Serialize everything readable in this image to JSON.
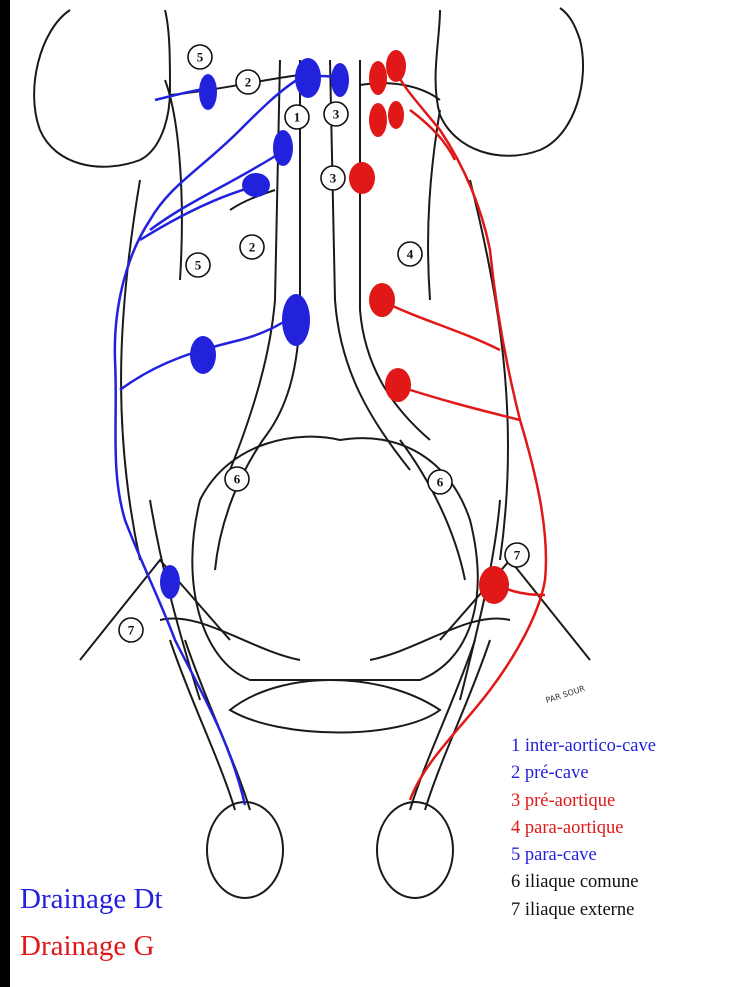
{
  "colors": {
    "right": "#2222dd",
    "left": "#e01818",
    "outline": "#1a1a1a",
    "background": "#ffffff",
    "frame": "#000000",
    "black_text": "#111111"
  },
  "node_numbers": {
    "n1a": "1",
    "n2a": "2",
    "n2b": "2",
    "n3a": "3",
    "n3b": "3",
    "n4": "4",
    "n5a": "5",
    "n5b": "5",
    "n6a": "6",
    "n6b": "6",
    "n7a": "7",
    "n7b": "7"
  },
  "legend": [
    {
      "text": "1 inter-aortico-cave",
      "color": "#2222dd"
    },
    {
      "text": "2 pré-cave",
      "color": "#2222dd"
    },
    {
      "text": "3 pré-aortique",
      "color": "#e01818"
    },
    {
      "text": "4 para-aortique",
      "color": "#e01818"
    },
    {
      "text": "5 para-cave",
      "color": "#2222dd"
    },
    {
      "text": "6 iliaque comune",
      "color": "#111111"
    },
    {
      "text": "7 iliaque externe",
      "color": "#111111"
    }
  ],
  "drainage": {
    "right_label": "Drainage Dt",
    "left_label": "Drainage G"
  },
  "artist_signature": "PAR SOUR"
}
